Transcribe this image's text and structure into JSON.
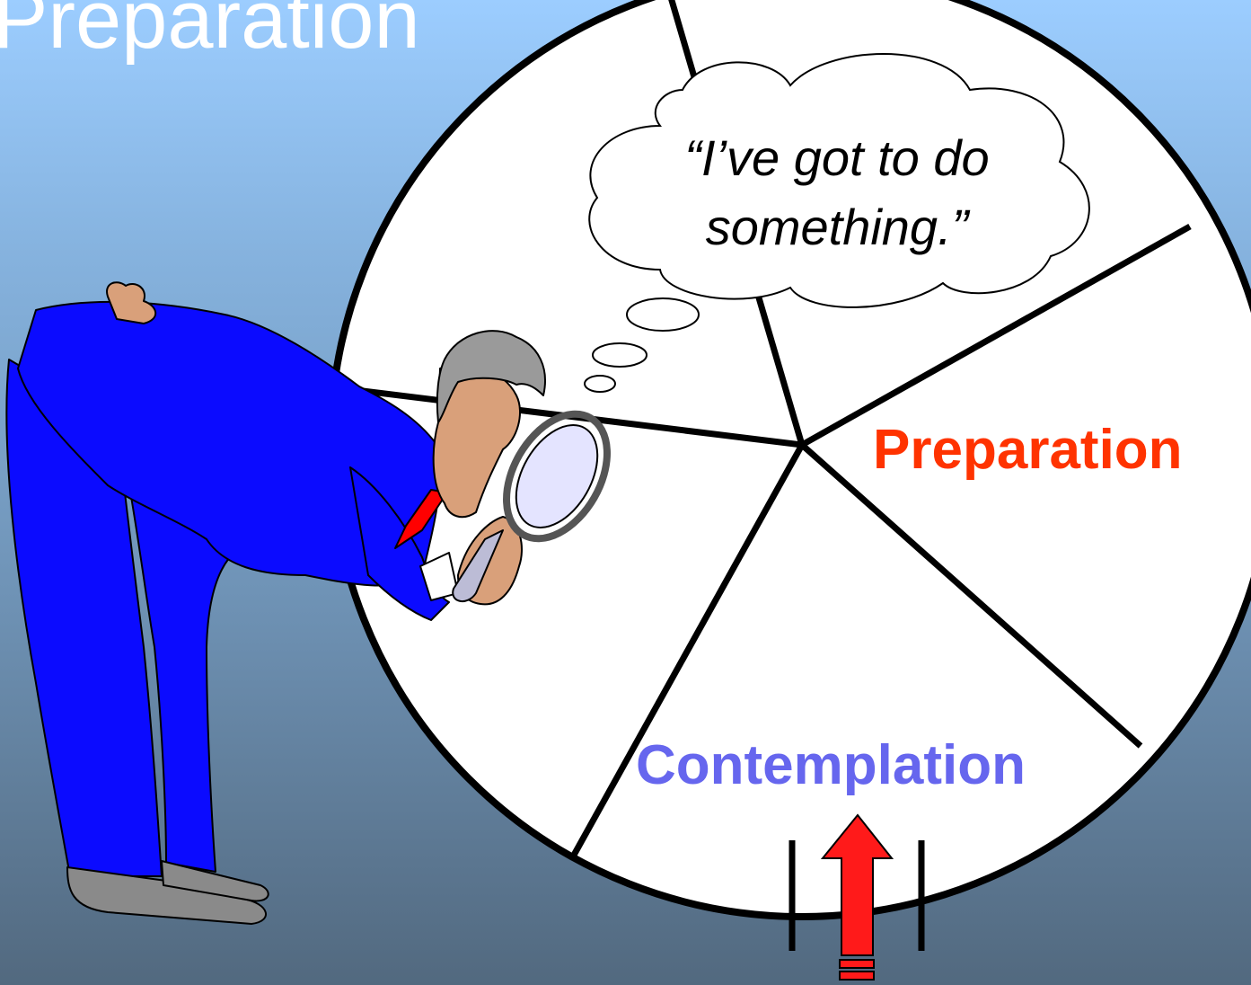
{
  "slide": {
    "title": "Preparation"
  },
  "thought_bubble": {
    "line1": "“I’ve got to do",
    "line2": "something.”"
  },
  "wheel": {
    "labels": {
      "preparation": "Preparation",
      "contemplation": "Contemplation"
    },
    "colors": {
      "preparation": "#ff3300",
      "contemplation": "#6666ee",
      "wheel_fill": "#ffffff",
      "wheel_stroke": "#000000"
    }
  },
  "pointer": {
    "color": "#ff1a1a",
    "icon": "up-arrow-icon"
  },
  "illustration": {
    "icon": "man-with-magnifying-glass-icon",
    "suit_color": "#0b0bff",
    "skin_color": "#d9a07a",
    "hair_color": "#9a9a9a",
    "tie_color": "#ff0000",
    "shoe_color": "#8a8a8a"
  }
}
